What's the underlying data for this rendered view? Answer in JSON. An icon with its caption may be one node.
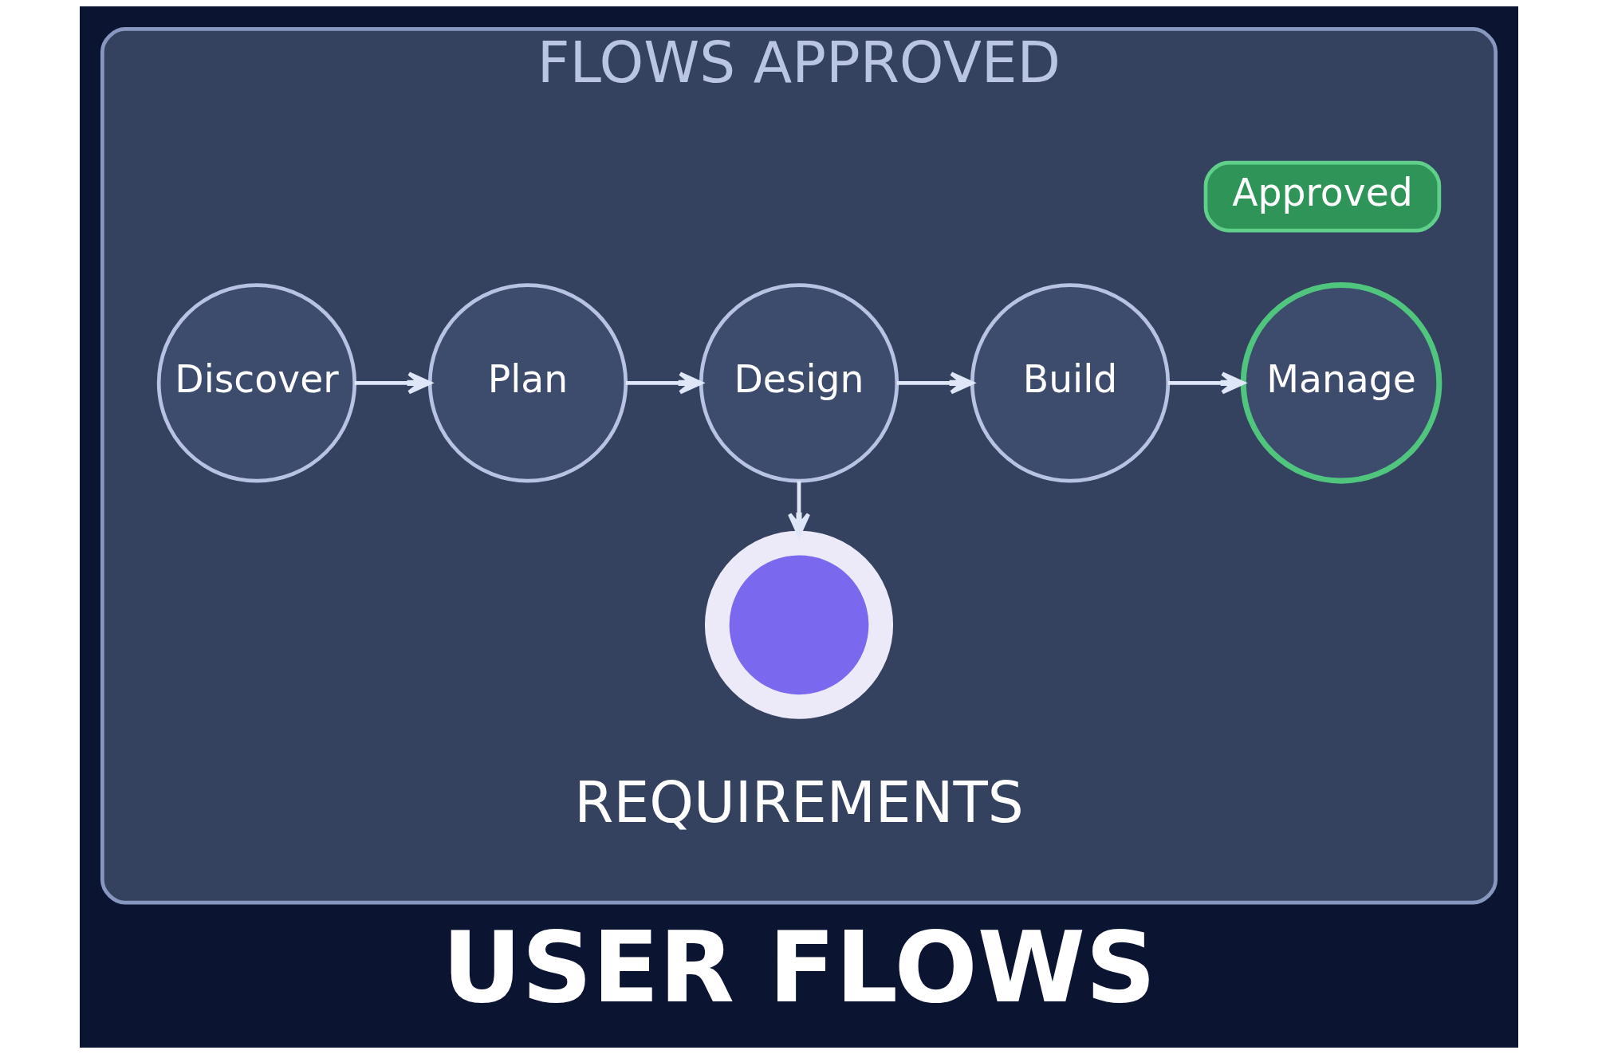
{
  "diagram": {
    "title": "USER FLOWS",
    "nodes": [
      {
        "text": [
          "FLOWS APPROVED"
        ]
      },
      {
        "text": [
          "Approved"
        ],
        "in": 0
      },
      {
        "text": [
          "Discover"
        ],
        "in": 0
      },
      {
        "text": [
          "Plan"
        ],
        "in": 0
      },
      {
        "text": [
          "Design"
        ],
        "in": 0
      },
      {
        "text": [
          "Build"
        ],
        "in": 0
      },
      {
        "text": [
          "Manage"
        ],
        "in": 0
      },
      {
        "text": [],
        "shape": "picture",
        "beside": [
          "REQUIREMENTS"
        ],
        "in": 0
      }
    ],
    "edges": [
      {
        "from": 2,
        "to": 3,
        "arrow": "to"
      },
      {
        "from": 3,
        "to": 4,
        "arrow": "to"
      },
      {
        "from": 4,
        "to": 5,
        "arrow": "to"
      },
      {
        "from": 5,
        "to": 6,
        "arrow": "to"
      },
      {
        "from": 4,
        "to": 7,
        "arrow": "to"
      }
    ]
  }
}
